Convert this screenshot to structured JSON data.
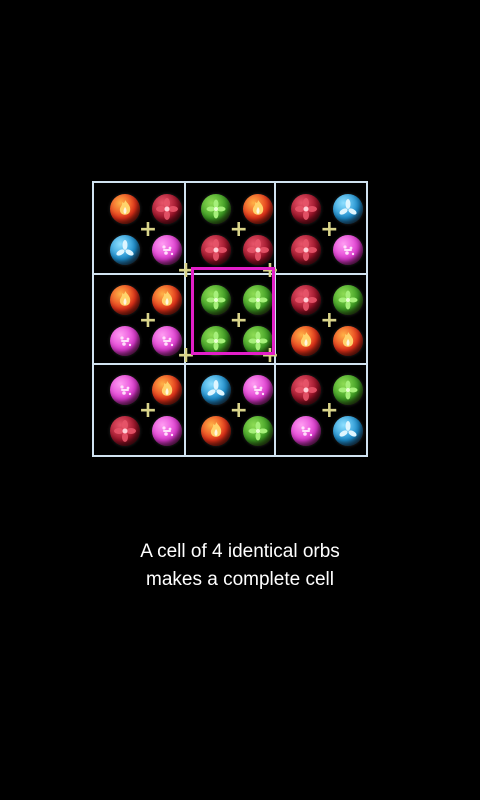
{
  "caption": {
    "line1": "A cell of 4 identical orbs",
    "line2": "makes a complete cell"
  },
  "colors": {
    "board_border": "#d0e2f0",
    "highlight": "#e21fc8",
    "plus": "#d9d48a",
    "background": "#000000"
  },
  "orb_types": {
    "fire": {
      "fill": "#e8321a",
      "glow": "#ffb347",
      "icon": "flame-icon"
    },
    "red": {
      "fill": "#a0142a",
      "glow": "#e8556a",
      "icon": "flower-icon"
    },
    "green": {
      "fill": "#3e9f23",
      "glow": "#8fdc55",
      "icon": "leaf-icon"
    },
    "blue": {
      "fill": "#1c8fd0",
      "glow": "#8fe0ff",
      "icon": "water-icon"
    },
    "pink": {
      "fill": "#e03ad2",
      "glow": "#ff9cf2",
      "icon": "sparkle-icon"
    }
  },
  "board": {
    "rows": 3,
    "cols": 3,
    "highlighted_cell": [
      1,
      1
    ],
    "cells": [
      [
        [
          "fire",
          "red",
          "blue",
          "pink"
        ],
        [
          "green",
          "fire",
          "red",
          "red"
        ],
        [
          "red",
          "blue",
          "red",
          "pink"
        ]
      ],
      [
        [
          "fire",
          "fire",
          "pink",
          "pink"
        ],
        [
          "green",
          "green",
          "green",
          "green"
        ],
        [
          "red",
          "green",
          "fire",
          "fire"
        ]
      ],
      [
        [
          "pink",
          "fire",
          "red",
          "pink"
        ],
        [
          "blue",
          "pink",
          "fire",
          "green"
        ],
        [
          "red",
          "green",
          "pink",
          "blue"
        ]
      ]
    ]
  }
}
